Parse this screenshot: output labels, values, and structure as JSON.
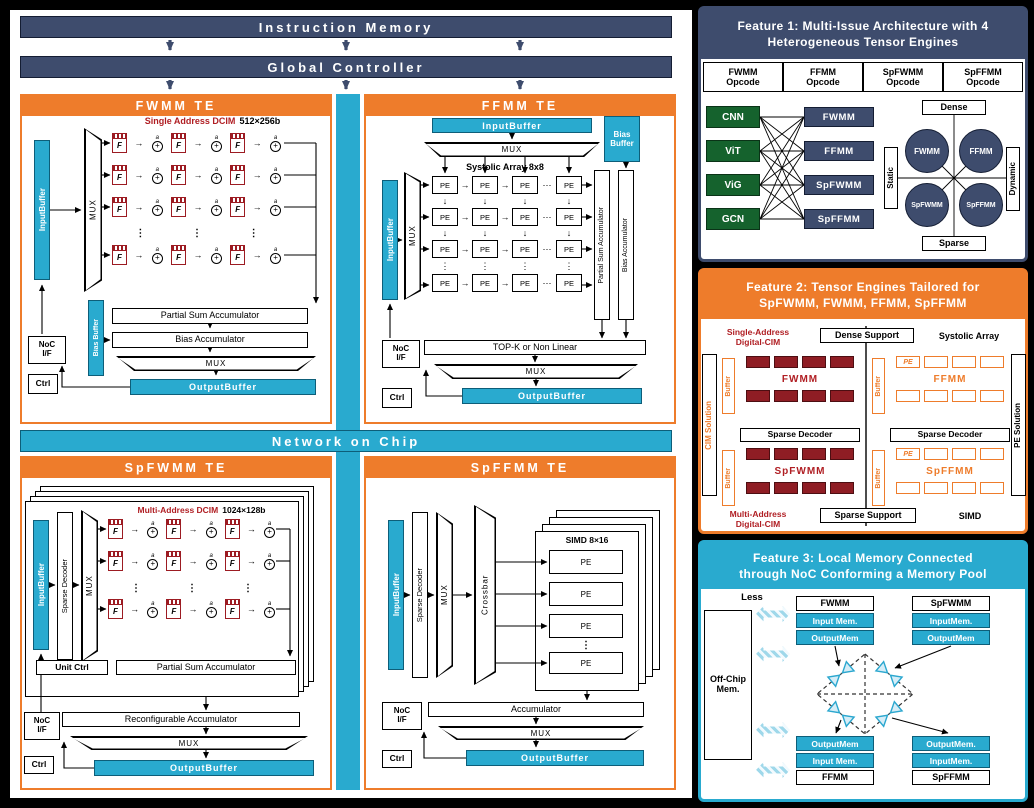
{
  "colors": {
    "navy": "#3e4c6d",
    "orange": "#ee7c2b",
    "cyan": "#29aacf",
    "green": "#15622d",
    "dark_red": "#8f1d24",
    "red_text": "#b01e23"
  },
  "icons": {
    "arrow_right": "→",
    "arrow_down": "↓",
    "hdots": "⋯",
    "vdots": "⋮",
    "plus": "+",
    "a": "a"
  },
  "top": {
    "instruction_memory": "Instruction Memory",
    "global_controller": "Global Controller",
    "network_on_chip": "Network on Chip"
  },
  "shared": {
    "input_buffer": "InputBuffer",
    "output_buffer": "OutputBuffer",
    "bias_buffer": "Bias Buffer",
    "mux": "MUX",
    "noc_if": "NoC\nI/F",
    "ctrl": "Ctrl",
    "pe": "PE",
    "f": "F",
    "sparse_decoder": "Sparse Decoder",
    "partial_sum": "Partial Sum Accumulator",
    "bias_acc": "Bias Accumulator"
  },
  "fwmm": {
    "title": "FWMM TE",
    "dcim": "Single Address DCIM",
    "dcim_size": "512×256b"
  },
  "ffmm": {
    "title": "FFMM TE",
    "systolic": "Systolic Array 8x8",
    "topk": "TOP-K or Non Linear"
  },
  "spfwmm": {
    "title": "SpFWMM TE",
    "dcim": "Multi-Address DCIM",
    "dcim_size": "1024×128b",
    "unit_ctrl": "Unit Ctrl",
    "reconf": "Reconfigurable Accumulator"
  },
  "spffmm": {
    "title": "SpFFMM TE",
    "crossbar": "Crossbar",
    "simd": "SIMD 8×16",
    "accumulator": "Accumulator"
  },
  "feature1": {
    "title": "Feature 1: Multi-Issue Architecture with 4\nHeterogeneous Tensor Engines",
    "opcodes": [
      "FWMM\nOpcode",
      "FFMM\nOpcode",
      "SpFWMM\nOpcode",
      "SpFFMM\nOpcode"
    ],
    "models": [
      "CNN",
      "ViT",
      "ViG",
      "GCN"
    ],
    "engines": [
      "FWMM",
      "FFMM",
      "SpFWMM",
      "SpFFMM"
    ],
    "quad": {
      "top": "Dense",
      "bottom": "Sparse",
      "left": "Static",
      "right": "Dynamic",
      "c1": "FWMM",
      "c2": "FFMM",
      "c3": "SpFWMM",
      "c4": "SpFFMM"
    }
  },
  "feature2": {
    "title": "Feature 2: Tensor Engines Tailored for\nSpFWMM, FWMM, FFMM, SpFFMM",
    "single_cim": "Single-Address\nDigital-CIM",
    "dense_support": "Dense Support",
    "systolic": "Systolic Array",
    "cim_solution": "CIM Solution",
    "pe_solution": "PE Solution",
    "buffer": "Buffer",
    "pe": "PE",
    "fwmm": "FWMM",
    "ffmm": "FFMM",
    "spfwmm": "SpFWMM",
    "spffmm": "SpFFMM",
    "sparse_decoder": "Sparse Decoder",
    "multi_cim": "Multi-Address\nDigital-CIM",
    "sparse_support": "Sparse Support",
    "simd": "SIMD"
  },
  "feature3": {
    "title": "Feature 3: Local Memory Connected\nthrough NoC Conforming a Memory Pool",
    "less": "Less",
    "offchip": "Off-Chip\nMem.",
    "groups": {
      "fwmm": {
        "name": "FWMM",
        "m1": "Input Mem.",
        "m2": "OutputMem"
      },
      "spfwmm": {
        "name": "SpFWMM",
        "m1": "InputMem.",
        "m2": "OutputMem"
      },
      "ffmm": {
        "name": "FFMM",
        "m1": "OutputMem",
        "m2": "Input Mem."
      },
      "spffmm": {
        "name": "SpFFMM",
        "m1": "OutputMem.",
        "m2": "InputMem."
      }
    }
  }
}
